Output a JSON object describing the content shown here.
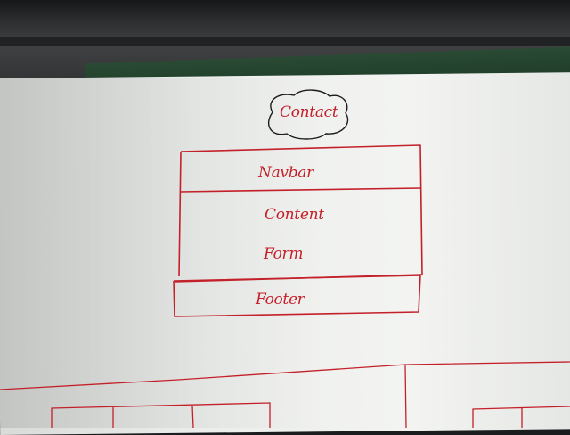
{
  "sketch": {
    "title": "Contact",
    "wireframe": {
      "navbar": "Navbar",
      "content": "Content",
      "form": "Form",
      "footer": "Footer"
    }
  },
  "colors": {
    "ink_red": "#c4202a",
    "ink_black": "#1b1b1b",
    "paper": "#eceeec",
    "desk": "#2b2d2e",
    "folder": "#1d3a27"
  }
}
